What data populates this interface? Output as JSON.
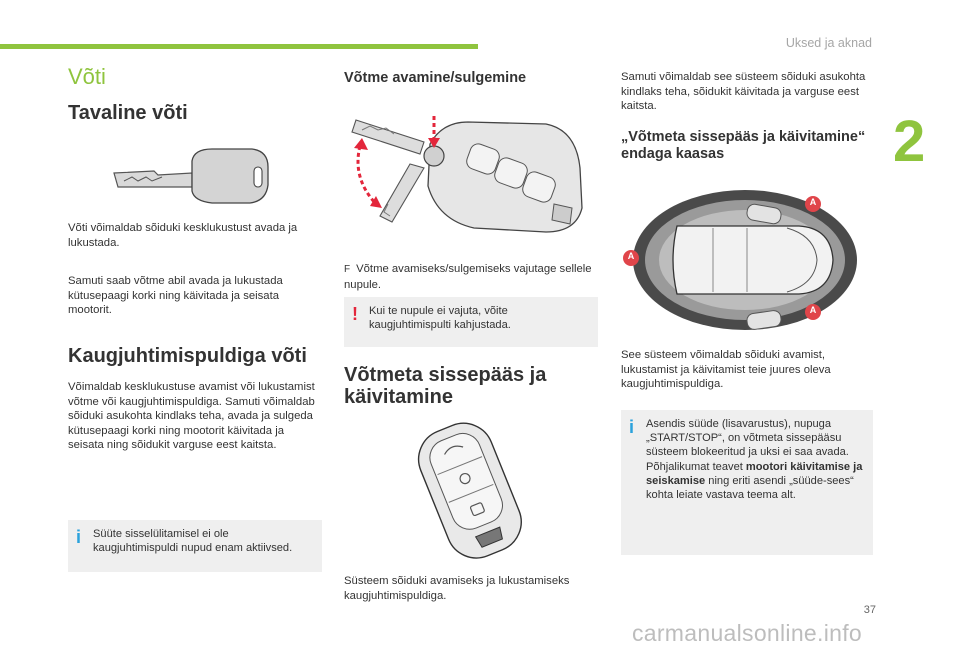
{
  "header": {
    "title": "Uksed ja aknad"
  },
  "chapter": "2",
  "page_number": "37",
  "watermark": "carmanualsonline.info",
  "col1": {
    "section_title": "Võti",
    "heading1": "Tavaline võti",
    "para1": "Võti võimaldab sõiduki kesklukustust avada ja lukustada.",
    "para2": "Samuti saab võtme abil avada ja lukustada kütusepaagi korki ning käivitada ja seisata mootorit.",
    "heading2": "Kaugjuhtimispuldiga võti",
    "para3": "Võimaldab kesklukustuse avamist või lukustamist võtme või kaugjuhtimispuldiga. Samuti võimaldab sõiduki asukohta kindlaks teha, avada ja sulgeda kütusepaagi korki ning mootorit käivitada ja seisata ning sõidukit varguse eest kaitsta.",
    "note": "Süüte sisselülitamisel ei ole kaugjuhtimispuldi nupud enam aktiivsed."
  },
  "col2": {
    "heading1": "Võtme avamine/sulgemine",
    "bullet_symbol": "F",
    "bullet": "Võtme avamiseks/sulgemiseks vajutage sellele nupule.",
    "warning": "Kui te nupule ei vajuta, võite kaugjuhtimispulti kahjustada.",
    "heading2": "Võtmeta sissepääs ja käivitamine",
    "caption": "Süsteem sõiduki avamiseks ja lukustamiseks kaugjuhtimispuldiga."
  },
  "col3": {
    "para1": "Samuti võimaldab see süsteem sõiduki asukohta kindlaks teha, sõidukit käivitada ja varguse eest kaitsta.",
    "heading": "„Võtmeta sissepääs ja käivitamine“ endaga kaasas",
    "zone_label": "A",
    "para2": "See süsteem võimaldab sõiduki avamist, lukustamist ja käivitamist teie juures oleva kaugjuhtimispuldiga.",
    "note_part1": "Asendis süüde (lisavarustus), nupuga „START/STOP“, on võtmeta sissepääsu süsteem blokeeritud ja uksi ei saa avada. Põhjalikumat teavet ",
    "note_bold": "mootori käivitamise ja seiskamise",
    "note_part2": " ning eriti asendi „süüde-sees“ kohta leiate vastava teema alt."
  },
  "colors": {
    "accent": "#8fc43e",
    "info": "#2aa2dc",
    "warning": "#e3263b",
    "zone_badge": "#e0454a"
  }
}
